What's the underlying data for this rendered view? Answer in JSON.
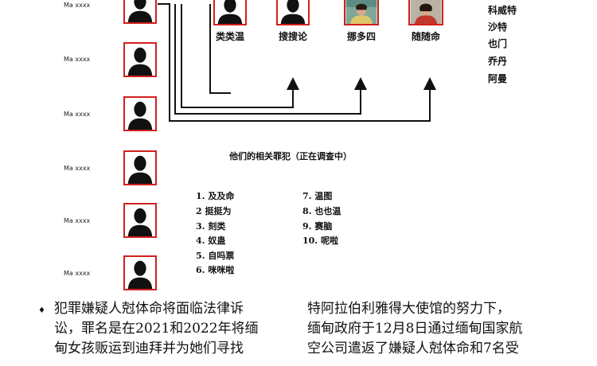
{
  "left_suspects": [
    {
      "label": "Ma xxxx"
    },
    {
      "label": "Ma xxxx"
    },
    {
      "label": "Ma xxxx"
    },
    {
      "label": "Ma xxxx"
    },
    {
      "label": "Ma xxxx"
    },
    {
      "label": "Ma xxxx"
    }
  ],
  "top_suspects": [
    {
      "name": "类类温"
    },
    {
      "name": "搜搜论"
    },
    {
      "name": "挪多四"
    },
    {
      "name": "随随命"
    }
  ],
  "right_names": [
    "科威特",
    "沙特",
    "也门",
    "乔丹",
    "阿曼"
  ],
  "crimes_heading": "他们的相关罪犯（正在调查中）",
  "crimes_left": [
    "1. 及及命",
    "2 挺挺为",
    "3. 刻类",
    "4. 奴蛊",
    "5. 自吗票",
    "6. 咪咪啦"
  ],
  "crimes_right": [
    "7. 温图",
    "8. 也也温",
    "9. 赛脑",
    "10. 呢啦"
  ],
  "paragraph_left": [
    "犯罪嫌疑人尅体命将面临法律诉",
    "讼，罪名是在2021和2022年将缅",
    "甸女孩贩运到迪拜并为她们寻找"
  ],
  "paragraph_right": [
    "特阿拉伯利雅得大使馆的努力下，",
    "缅甸政府于12月8日通过缅甸国家航",
    "空公司遣返了嫌疑人尅体命和7名受"
  ],
  "bullet_glyph": "♦"
}
